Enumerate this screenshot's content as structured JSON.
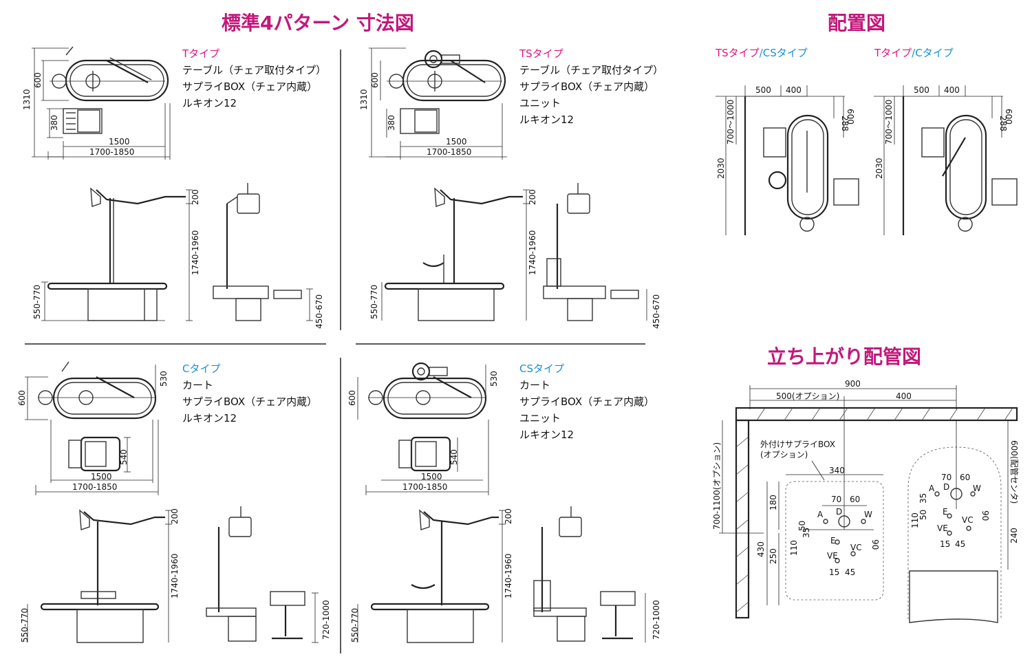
{
  "titles": {
    "main": "標準4パターン 寸法図",
    "layout": "配置図",
    "piping": "立ち上がり配管図"
  },
  "colors": {
    "title": "#c2187a",
    "pink": "#e0157f",
    "blue": "#1a8fd2"
  },
  "patterns": {
    "t": {
      "name": "Tタイプ",
      "items": [
        "テーブル（チェア取付タイプ）",
        "サプライBOX（チェア内蔵）",
        "ルキオン12"
      ],
      "dims": {
        "d1310": "1310",
        "d600": "600",
        "d380": "380",
        "d1500": "1500",
        "d1700": "1700-1850",
        "d200": "200",
        "d1740": "1740-1960",
        "d550": "550-770",
        "d450": "450-670"
      }
    },
    "ts": {
      "name": "TSタイプ",
      "items": [
        "テーブル（チェア取付タイプ）",
        "サプライBOX（チェア内蔵）",
        "ユニット",
        "ルキオン12"
      ],
      "dims": {
        "d1310": "1310",
        "d600": "600",
        "d380": "380",
        "d1500": "1500",
        "d1700": "1700-1850",
        "d200": "200",
        "d1740": "1740-1960",
        "d550": "550-770",
        "d450": "450-670"
      }
    },
    "c": {
      "name": "Cタイプ",
      "items": [
        "カート",
        "サプライBOX（チェア内蔵）",
        "ルキオン12"
      ],
      "dims": {
        "d600": "600",
        "d530": "530",
        "d540": "540",
        "d1500": "1500",
        "d1700": "1700-1850",
        "d200": "200",
        "d1740": "1740-1960",
        "d550": "550-770",
        "d720": "720-1000"
      }
    },
    "cs": {
      "name": "CSタイプ",
      "items": [
        "カート",
        "サプライBOX（チェア内蔵）",
        "ユニット",
        "ルキオン12"
      ],
      "dims": {
        "d600": "600",
        "d530": "530",
        "d540": "540",
        "d1500": "1500",
        "d1700": "1700-1850",
        "d200": "200",
        "d1740": "1740-1960",
        "d550": "550-770",
        "d720": "720-1000"
      }
    }
  },
  "layout": {
    "left": {
      "a": "TSタイプ",
      "sep": "/",
      "b": "CSタイプ"
    },
    "right": {
      "a": "Tタイプ",
      "sep": "/",
      "b": "Cタイプ"
    },
    "dims": {
      "d500": "500",
      "d400": "400",
      "d700": "700〜1000",
      "d2030": "2030",
      "d288": "288",
      "d600": "600"
    }
  },
  "piping": {
    "d900": "900",
    "d500": "500(オプション)",
    "d400": "400",
    "d700": "700-1100(オプション)",
    "d600": "600(配管センタ)",
    "box_label": "外付けサプライBOX",
    "box_option": "(オプション)",
    "d340": "340",
    "d180": "180",
    "d430": "430",
    "d250": "250",
    "d240": "240",
    "d70": "70",
    "d60": "60",
    "d50": "50",
    "d35": "35",
    "d110": "110",
    "d90": "90",
    "d15": "15",
    "d45": "45",
    "pA": "A",
    "pD": "D",
    "pW": "W",
    "pE": "E",
    "pVE": "VE",
    "pVC": "VC"
  }
}
